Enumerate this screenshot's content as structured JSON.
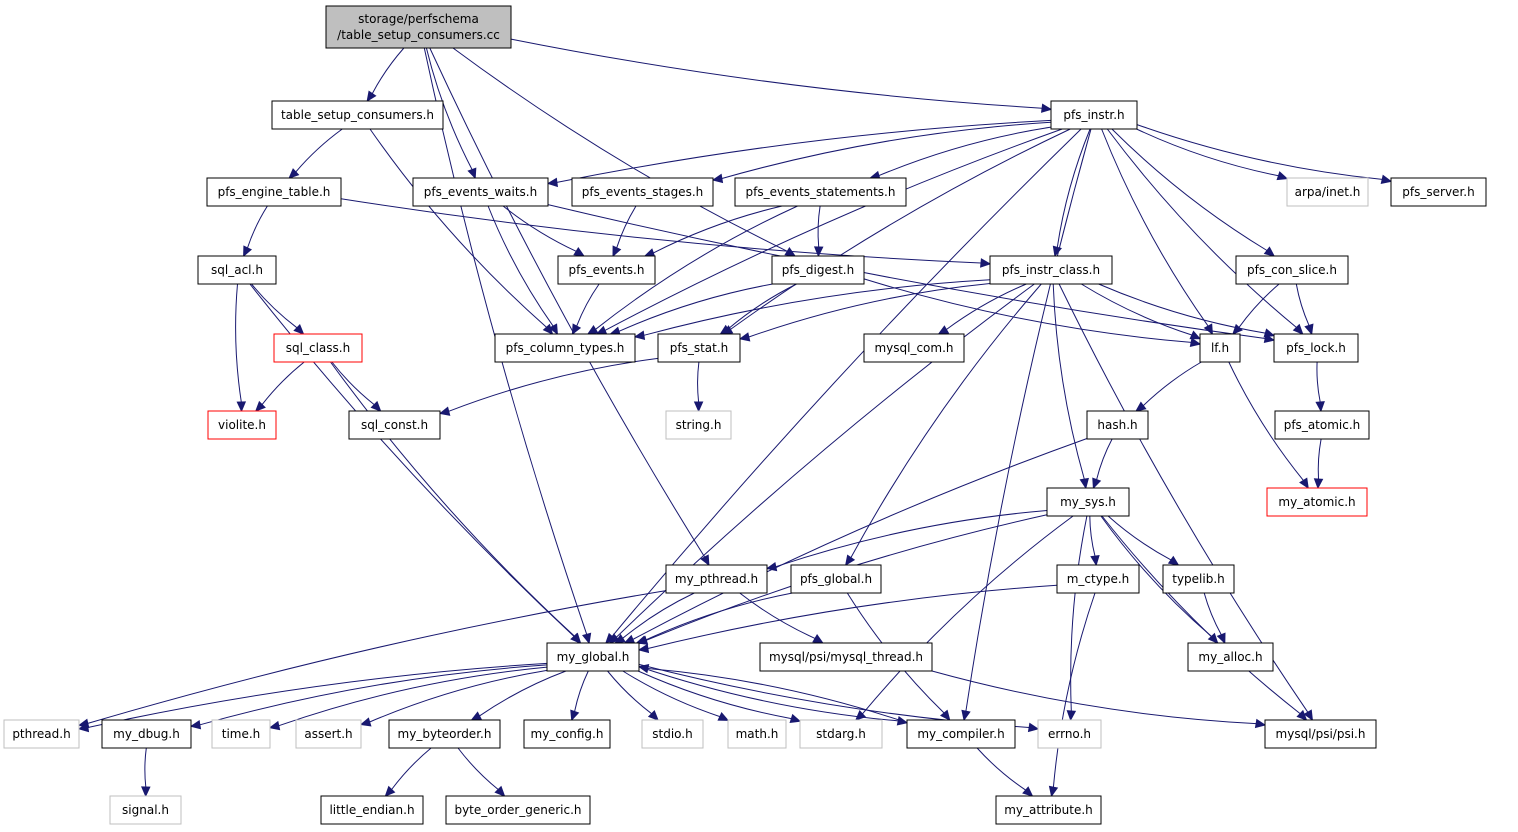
{
  "colors": {
    "edge": "#191970",
    "root_fill": "#bfbfbf",
    "normal_stroke": "#000000",
    "external_stroke": "#bfbfbf",
    "truncated_stroke": "#ff0000"
  },
  "nodes": [
    {
      "id": "root",
      "lines": [
        "storage/perfschema",
        "/table_setup_consumers.cc"
      ],
      "kind": "root"
    },
    {
      "id": "tsc_h",
      "lines": [
        "table_setup_consumers.h"
      ],
      "kind": "normal"
    },
    {
      "id": "pfs_instr_h",
      "lines": [
        "pfs_instr.h"
      ],
      "kind": "normal"
    },
    {
      "id": "pfs_engine_table_h",
      "lines": [
        "pfs_engine_table.h"
      ],
      "kind": "normal"
    },
    {
      "id": "pfs_events_waits_h",
      "lines": [
        "pfs_events_waits.h"
      ],
      "kind": "normal"
    },
    {
      "id": "pfs_events_stages_h",
      "lines": [
        "pfs_events_stages.h"
      ],
      "kind": "normal"
    },
    {
      "id": "pfs_events_statements_h",
      "lines": [
        "pfs_events_statements.h"
      ],
      "kind": "normal"
    },
    {
      "id": "arpa_inet_h",
      "lines": [
        "arpa/inet.h"
      ],
      "kind": "external"
    },
    {
      "id": "pfs_server_h",
      "lines": [
        "pfs_server.h"
      ],
      "kind": "normal"
    },
    {
      "id": "sql_acl_h",
      "lines": [
        "sql_acl.h"
      ],
      "kind": "normal"
    },
    {
      "id": "pfs_events_h",
      "lines": [
        "pfs_events.h"
      ],
      "kind": "normal"
    },
    {
      "id": "pfs_digest_h",
      "lines": [
        "pfs_digest.h"
      ],
      "kind": "normal"
    },
    {
      "id": "pfs_instr_class_h",
      "lines": [
        "pfs_instr_class.h"
      ],
      "kind": "normal"
    },
    {
      "id": "pfs_con_slice_h",
      "lines": [
        "pfs_con_slice.h"
      ],
      "kind": "normal"
    },
    {
      "id": "sql_class_h",
      "lines": [
        "sql_class.h"
      ],
      "kind": "truncated"
    },
    {
      "id": "pfs_column_types_h",
      "lines": [
        "pfs_column_types.h"
      ],
      "kind": "normal"
    },
    {
      "id": "pfs_stat_h",
      "lines": [
        "pfs_stat.h"
      ],
      "kind": "normal"
    },
    {
      "id": "mysql_com_h",
      "lines": [
        "mysql_com.h"
      ],
      "kind": "normal"
    },
    {
      "id": "lf_h",
      "lines": [
        "lf.h"
      ],
      "kind": "normal"
    },
    {
      "id": "pfs_lock_h",
      "lines": [
        "pfs_lock.h"
      ],
      "kind": "normal"
    },
    {
      "id": "violite_h",
      "lines": [
        "violite.h"
      ],
      "kind": "truncated"
    },
    {
      "id": "sql_const_h",
      "lines": [
        "sql_const.h"
      ],
      "kind": "normal"
    },
    {
      "id": "string_h",
      "lines": [
        "string.h"
      ],
      "kind": "external"
    },
    {
      "id": "hash_h",
      "lines": [
        "hash.h"
      ],
      "kind": "normal"
    },
    {
      "id": "pfs_atomic_h",
      "lines": [
        "pfs_atomic.h"
      ],
      "kind": "normal"
    },
    {
      "id": "my_atomic_h",
      "lines": [
        "my_atomic.h"
      ],
      "kind": "truncated"
    },
    {
      "id": "my_sys_h",
      "lines": [
        "my_sys.h"
      ],
      "kind": "normal"
    },
    {
      "id": "my_pthread_h",
      "lines": [
        "my_pthread.h"
      ],
      "kind": "normal"
    },
    {
      "id": "pfs_global_h",
      "lines": [
        "pfs_global.h"
      ],
      "kind": "normal"
    },
    {
      "id": "m_ctype_h",
      "lines": [
        "m_ctype.h"
      ],
      "kind": "normal"
    },
    {
      "id": "typelib_h",
      "lines": [
        "typelib.h"
      ],
      "kind": "normal"
    },
    {
      "id": "my_global_h",
      "lines": [
        "my_global.h"
      ],
      "kind": "normal"
    },
    {
      "id": "mysql_thread_h",
      "lines": [
        "mysql/psi/mysql_thread.h"
      ],
      "kind": "normal"
    },
    {
      "id": "my_alloc_h",
      "lines": [
        "my_alloc.h"
      ],
      "kind": "normal"
    },
    {
      "id": "pthread_h",
      "lines": [
        "pthread.h"
      ],
      "kind": "external"
    },
    {
      "id": "my_dbug_h",
      "lines": [
        "my_dbug.h"
      ],
      "kind": "normal"
    },
    {
      "id": "time_h",
      "lines": [
        "time.h"
      ],
      "kind": "external"
    },
    {
      "id": "assert_h",
      "lines": [
        "assert.h"
      ],
      "kind": "external"
    },
    {
      "id": "my_byteorder_h",
      "lines": [
        "my_byteorder.h"
      ],
      "kind": "normal"
    },
    {
      "id": "my_config_h",
      "lines": [
        "my_config.h"
      ],
      "kind": "normal"
    },
    {
      "id": "stdio_h",
      "lines": [
        "stdio.h"
      ],
      "kind": "external"
    },
    {
      "id": "math_h",
      "lines": [
        "math.h"
      ],
      "kind": "external"
    },
    {
      "id": "stdarg_h",
      "lines": [
        "stdarg.h"
      ],
      "kind": "external"
    },
    {
      "id": "my_compiler_h",
      "lines": [
        "my_compiler.h"
      ],
      "kind": "normal"
    },
    {
      "id": "errno_h",
      "lines": [
        "errno.h"
      ],
      "kind": "external"
    },
    {
      "id": "psi_h",
      "lines": [
        "mysql/psi/psi.h"
      ],
      "kind": "normal"
    },
    {
      "id": "signal_h",
      "lines": [
        "signal.h"
      ],
      "kind": "external"
    },
    {
      "id": "little_endian_h",
      "lines": [
        "little_endian.h"
      ],
      "kind": "normal"
    },
    {
      "id": "byte_order_generic_h",
      "lines": [
        "byte_order_generic.h"
      ],
      "kind": "normal"
    },
    {
      "id": "my_attribute_h",
      "lines": [
        "my_attribute.h"
      ],
      "kind": "normal"
    }
  ],
  "edges": [
    [
      "root",
      "tsc_h"
    ],
    [
      "root",
      "pfs_instr_h"
    ],
    [
      "root",
      "pfs_events_waits_h"
    ],
    [
      "root",
      "pfs_digest_h"
    ],
    [
      "root",
      "my_pthread_h"
    ],
    [
      "root",
      "my_global_h"
    ],
    [
      "tsc_h",
      "pfs_engine_table_h"
    ],
    [
      "tsc_h",
      "pfs_column_types_h"
    ],
    [
      "pfs_engine_table_h",
      "sql_acl_h"
    ],
    [
      "pfs_engine_table_h",
      "pfs_instr_class_h"
    ],
    [
      "pfs_instr_h",
      "pfs_events_waits_h"
    ],
    [
      "pfs_instr_h",
      "pfs_events_stages_h"
    ],
    [
      "pfs_instr_h",
      "pfs_events_statements_h"
    ],
    [
      "pfs_instr_h",
      "arpa_inet_h"
    ],
    [
      "pfs_instr_h",
      "pfs_server_h"
    ],
    [
      "pfs_instr_h",
      "pfs_instr_class_h"
    ],
    [
      "pfs_instr_h",
      "pfs_con_slice_h"
    ],
    [
      "pfs_instr_h",
      "pfs_column_types_h"
    ],
    [
      "pfs_instr_h",
      "pfs_stat_h"
    ],
    [
      "pfs_instr_h",
      "lf_h"
    ],
    [
      "pfs_instr_h",
      "pfs_lock_h"
    ],
    [
      "pfs_instr_h",
      "my_global_h"
    ],
    [
      "pfs_instr_h",
      "my_compiler_h"
    ],
    [
      "pfs_events_waits_h",
      "pfs_events_h"
    ],
    [
      "pfs_events_waits_h",
      "pfs_column_types_h"
    ],
    [
      "pfs_events_waits_h",
      "pfs_lock_h"
    ],
    [
      "pfs_events_stages_h",
      "pfs_events_h"
    ],
    [
      "pfs_events_statements_h",
      "pfs_events_h"
    ],
    [
      "pfs_events_statements_h",
      "pfs_digest_h"
    ],
    [
      "pfs_events_statements_h",
      "pfs_column_types_h"
    ],
    [
      "pfs_events_h",
      "pfs_column_types_h"
    ],
    [
      "pfs_digest_h",
      "pfs_column_types_h"
    ],
    [
      "pfs_digest_h",
      "pfs_stat_h"
    ],
    [
      "pfs_digest_h",
      "lf_h"
    ],
    [
      "pfs_instr_class_h",
      "pfs_column_types_h"
    ],
    [
      "pfs_instr_class_h",
      "pfs_stat_h"
    ],
    [
      "pfs_instr_class_h",
      "mysql_com_h"
    ],
    [
      "pfs_instr_class_h",
      "lf_h"
    ],
    [
      "pfs_instr_class_h",
      "pfs_lock_h"
    ],
    [
      "pfs_instr_class_h",
      "my_sys_h"
    ],
    [
      "pfs_instr_class_h",
      "pfs_global_h"
    ],
    [
      "pfs_instr_class_h",
      "my_global_h"
    ],
    [
      "pfs_instr_class_h",
      "psi_h"
    ],
    [
      "pfs_con_slice_h",
      "lf_h"
    ],
    [
      "pfs_con_slice_h",
      "pfs_lock_h"
    ],
    [
      "sql_acl_h",
      "sql_class_h"
    ],
    [
      "sql_acl_h",
      "violite_h"
    ],
    [
      "sql_acl_h",
      "my_global_h"
    ],
    [
      "sql_class_h",
      "violite_h"
    ],
    [
      "sql_class_h",
      "sql_const_h"
    ],
    [
      "sql_class_h",
      "my_global_h"
    ],
    [
      "pfs_stat_h",
      "sql_const_h"
    ],
    [
      "pfs_stat_h",
      "string_h"
    ],
    [
      "lf_h",
      "hash_h"
    ],
    [
      "lf_h",
      "my_atomic_h"
    ],
    [
      "pfs_lock_h",
      "pfs_atomic_h"
    ],
    [
      "pfs_atomic_h",
      "my_atomic_h"
    ],
    [
      "hash_h",
      "my_sys_h"
    ],
    [
      "hash_h",
      "my_global_h"
    ],
    [
      "my_sys_h",
      "my_pthread_h"
    ],
    [
      "my_sys_h",
      "m_ctype_h"
    ],
    [
      "my_sys_h",
      "typelib_h"
    ],
    [
      "my_sys_h",
      "my_alloc_h"
    ],
    [
      "my_sys_h",
      "my_global_h"
    ],
    [
      "my_sys_h",
      "stdarg_h"
    ],
    [
      "my_sys_h",
      "errno_h"
    ],
    [
      "my_sys_h",
      "psi_h"
    ],
    [
      "typelib_h",
      "my_alloc_h"
    ],
    [
      "my_pthread_h",
      "my_global_h"
    ],
    [
      "my_pthread_h",
      "mysql_thread_h"
    ],
    [
      "my_pthread_h",
      "pthread_h"
    ],
    [
      "pfs_global_h",
      "my_global_h"
    ],
    [
      "pfs_global_h",
      "my_compiler_h"
    ],
    [
      "m_ctype_h",
      "my_global_h"
    ],
    [
      "m_ctype_h",
      "my_attribute_h"
    ],
    [
      "mysql_thread_h",
      "psi_h"
    ],
    [
      "my_global_h",
      "pthread_h"
    ],
    [
      "my_global_h",
      "my_dbug_h"
    ],
    [
      "my_global_h",
      "time_h"
    ],
    [
      "my_global_h",
      "assert_h"
    ],
    [
      "my_global_h",
      "my_byteorder_h"
    ],
    [
      "my_global_h",
      "my_config_h"
    ],
    [
      "my_global_h",
      "stdio_h"
    ],
    [
      "my_global_h",
      "math_h"
    ],
    [
      "my_global_h",
      "stdarg_h"
    ],
    [
      "my_global_h",
      "my_compiler_h"
    ],
    [
      "my_global_h",
      "errno_h"
    ],
    [
      "my_compiler_h",
      "my_global_h"
    ],
    [
      "my_compiler_h",
      "my_attribute_h"
    ],
    [
      "my_dbug_h",
      "signal_h"
    ],
    [
      "my_byteorder_h",
      "little_endian_h"
    ],
    [
      "my_byteorder_h",
      "byte_order_generic_h"
    ]
  ]
}
